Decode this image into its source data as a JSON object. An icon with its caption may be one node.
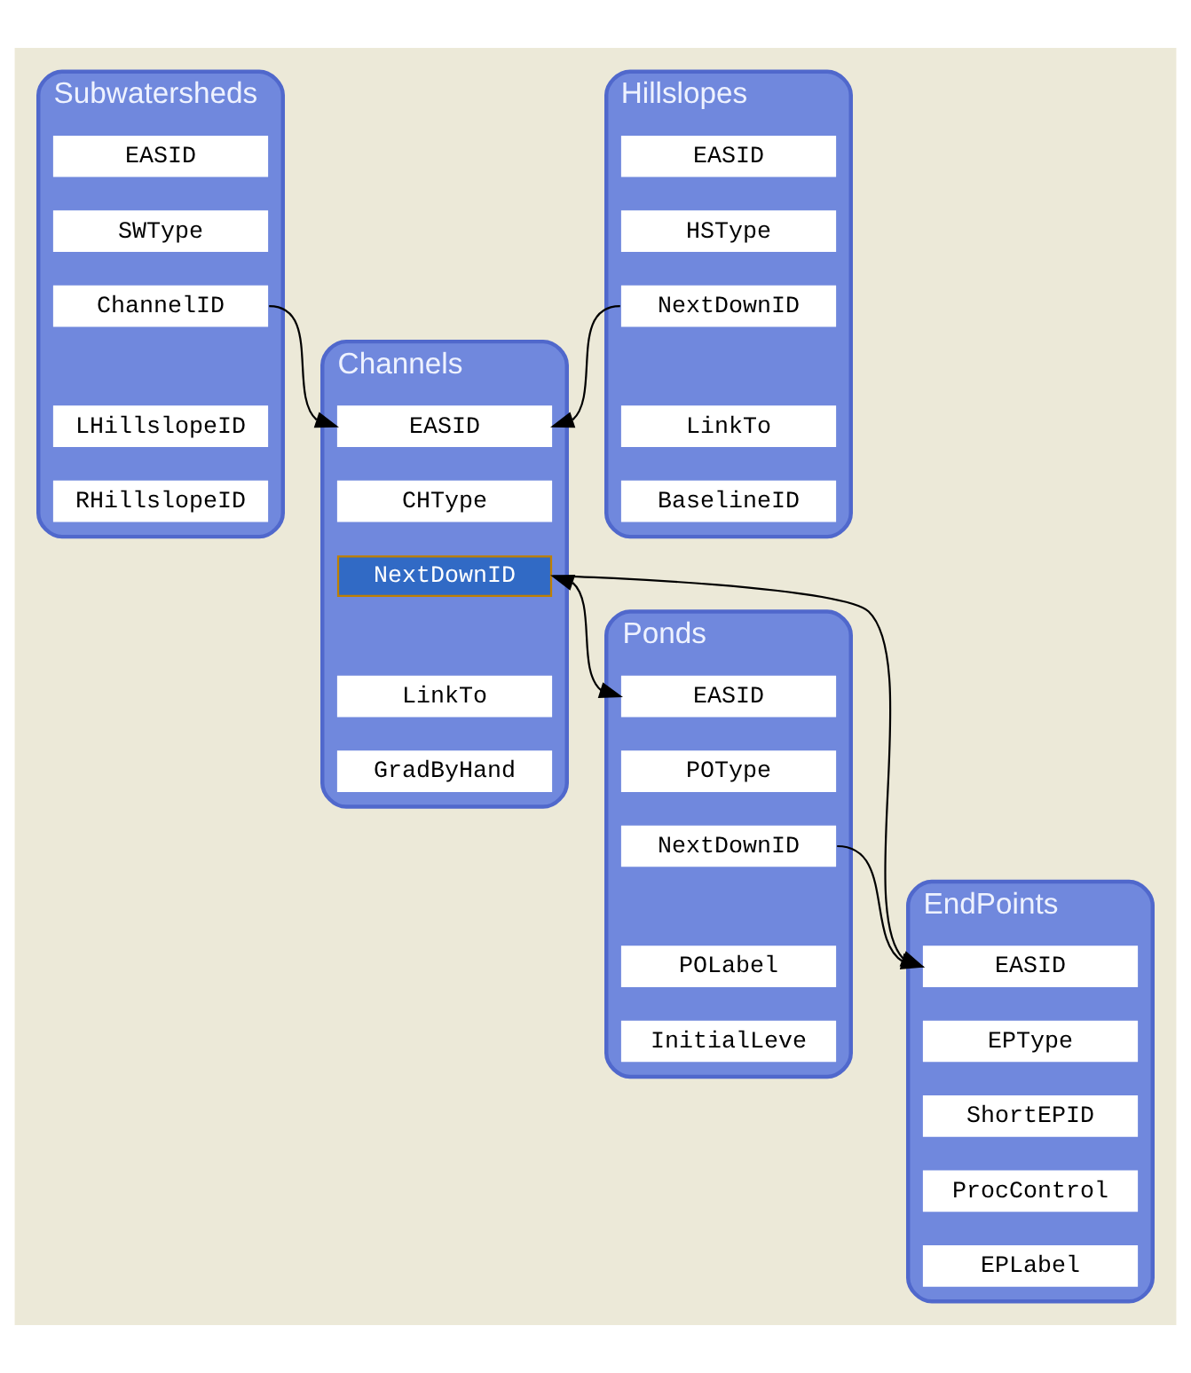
{
  "diagram": {
    "nodes": [
      {
        "text": [
          "Subwatersheds"
        ]
      },
      {
        "text": [
          "EASID"
        ],
        "in": 0
      },
      {
        "text": [
          "SWType"
        ],
        "in": 0
      },
      {
        "text": [
          "ChannelID"
        ],
        "in": 0
      },
      {
        "text": [
          "LHillslopeID"
        ],
        "in": 0
      },
      {
        "text": [
          "RHillslopeID"
        ],
        "in": 0
      },
      {
        "text": [
          "Hillslopes"
        ]
      },
      {
        "text": [
          "EASID"
        ],
        "in": 6
      },
      {
        "text": [
          "HSType"
        ],
        "in": 6
      },
      {
        "text": [
          "NextDownID"
        ],
        "in": 6
      },
      {
        "text": [
          "LinkTo"
        ],
        "in": 6
      },
      {
        "text": [
          "BaselineID"
        ],
        "in": 6
      },
      {
        "text": [
          "Channels"
        ]
      },
      {
        "text": [
          "EASID"
        ],
        "in": 12
      },
      {
        "text": [
          "CHType"
        ],
        "in": 12
      },
      {
        "text": [
          "NextDownID"
        ],
        "in": 12
      },
      {
        "text": [
          "LinkTo"
        ],
        "in": 12
      },
      {
        "text": [
          "GradByHand"
        ],
        "in": 12
      },
      {
        "text": [
          "Ponds"
        ]
      },
      {
        "text": [
          "EASID"
        ],
        "in": 18
      },
      {
        "text": [
          "POType"
        ],
        "in": 18
      },
      {
        "text": [
          "NextDownID"
        ],
        "in": 18
      },
      {
        "text": [
          "POLabel"
        ],
        "in": 18
      },
      {
        "text": [
          "InitialLeve"
        ],
        "in": 18
      },
      {
        "text": [
          "EndPoints"
        ]
      },
      {
        "text": [
          "EASID"
        ],
        "in": 24
      },
      {
        "text": [
          "EPType"
        ],
        "in": 24
      },
      {
        "text": [
          "ShortEPID"
        ],
        "in": 24
      },
      {
        "text": [
          "ProcControl"
        ],
        "in": 24
      },
      {
        "text": [
          "EPLabel"
        ],
        "in": 24
      }
    ],
    "edges": [
      {
        "from": 3,
        "to": 13,
        "arrow": "to"
      },
      {
        "from": 9,
        "to": 13,
        "arrow": "to"
      },
      {
        "from": 15,
        "to": 19,
        "arrow": "both"
      },
      {
        "from": 15,
        "to": 25,
        "arrow": "to"
      },
      {
        "from": 21,
        "to": 25,
        "arrow": "to"
      }
    ]
  }
}
